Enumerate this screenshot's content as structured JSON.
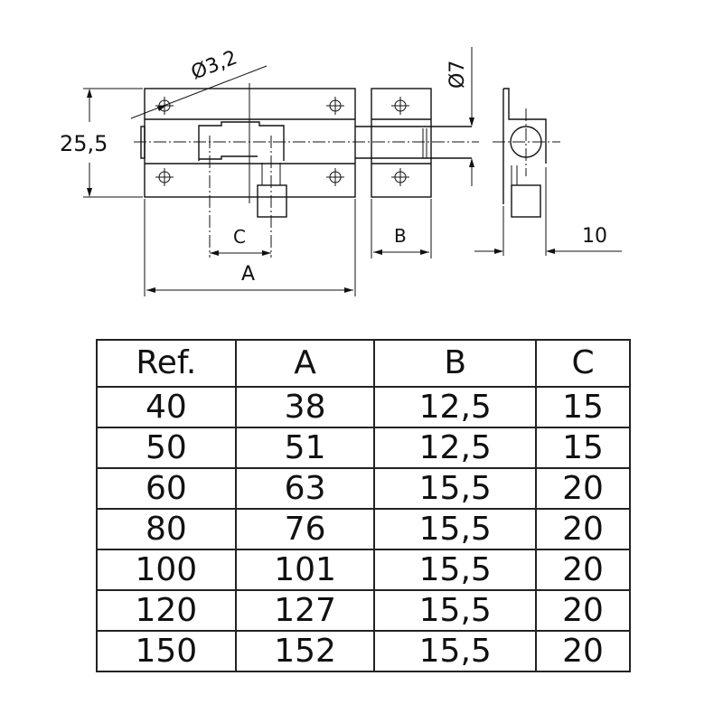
{
  "drawing": {
    "labels": {
      "hole_diameter": "Ø3,2",
      "bolt_diameter": "Ø7",
      "plate_height": "25,5",
      "dim_a": "A",
      "dim_b": "B",
      "dim_c": "C",
      "side_offset": "10"
    }
  },
  "table": {
    "headers": [
      "Ref.",
      "A",
      "B",
      "C"
    ],
    "rows": [
      [
        "40",
        "38",
        "12,5",
        "15"
      ],
      [
        "50",
        "51",
        "12,5",
        "15"
      ],
      [
        "60",
        "63",
        "15,5",
        "20"
      ],
      [
        "80",
        "76",
        "15,5",
        "20"
      ],
      [
        "100",
        "101",
        "15,5",
        "20"
      ],
      [
        "120",
        "127",
        "15,5",
        "20"
      ],
      [
        "150",
        "152",
        "15,5",
        "20"
      ]
    ]
  }
}
